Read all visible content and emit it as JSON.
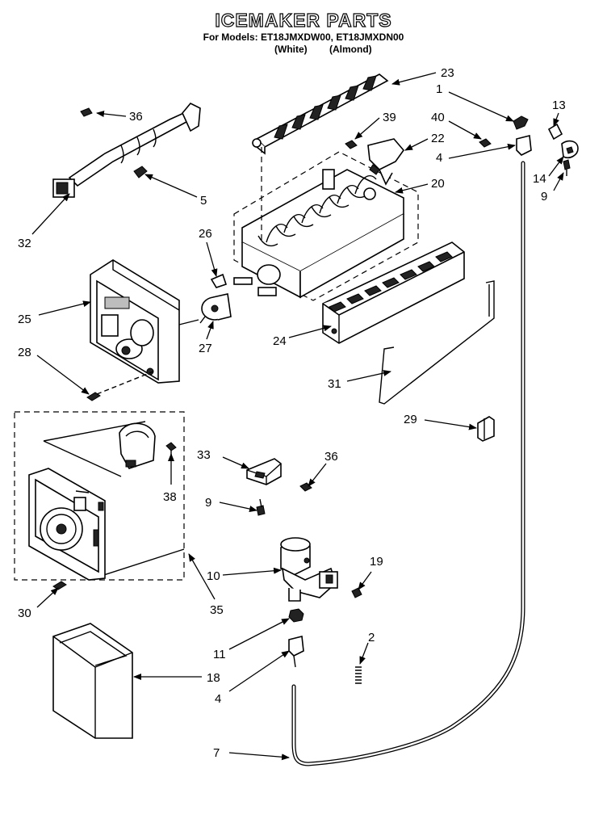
{
  "header": {
    "title": "ICEMAKER PARTS",
    "models": "For Models: ET18JMXDW00, ET18JMXDN00",
    "variant_white": "(White)",
    "variant_almond": "(Almond)"
  },
  "callouts": {
    "c1": "1",
    "c2": "2",
    "c4a": "4",
    "c4b": "4",
    "c5": "5",
    "c7": "7",
    "c9a": "9",
    "c9b": "9",
    "c10": "10",
    "c11": "11",
    "c13": "13",
    "c14": "14",
    "c18": "18",
    "c19": "19",
    "c20": "20",
    "c22": "22",
    "c23": "23",
    "c24": "24",
    "c25": "25",
    "c26": "26",
    "c27": "27",
    "c28": "28",
    "c29": "29",
    "c30": "30",
    "c31": "31",
    "c32": "32",
    "c33": "33",
    "c35": "35",
    "c36a": "36",
    "c36b": "36",
    "c38": "38",
    "c39": "39",
    "c40": "40"
  }
}
